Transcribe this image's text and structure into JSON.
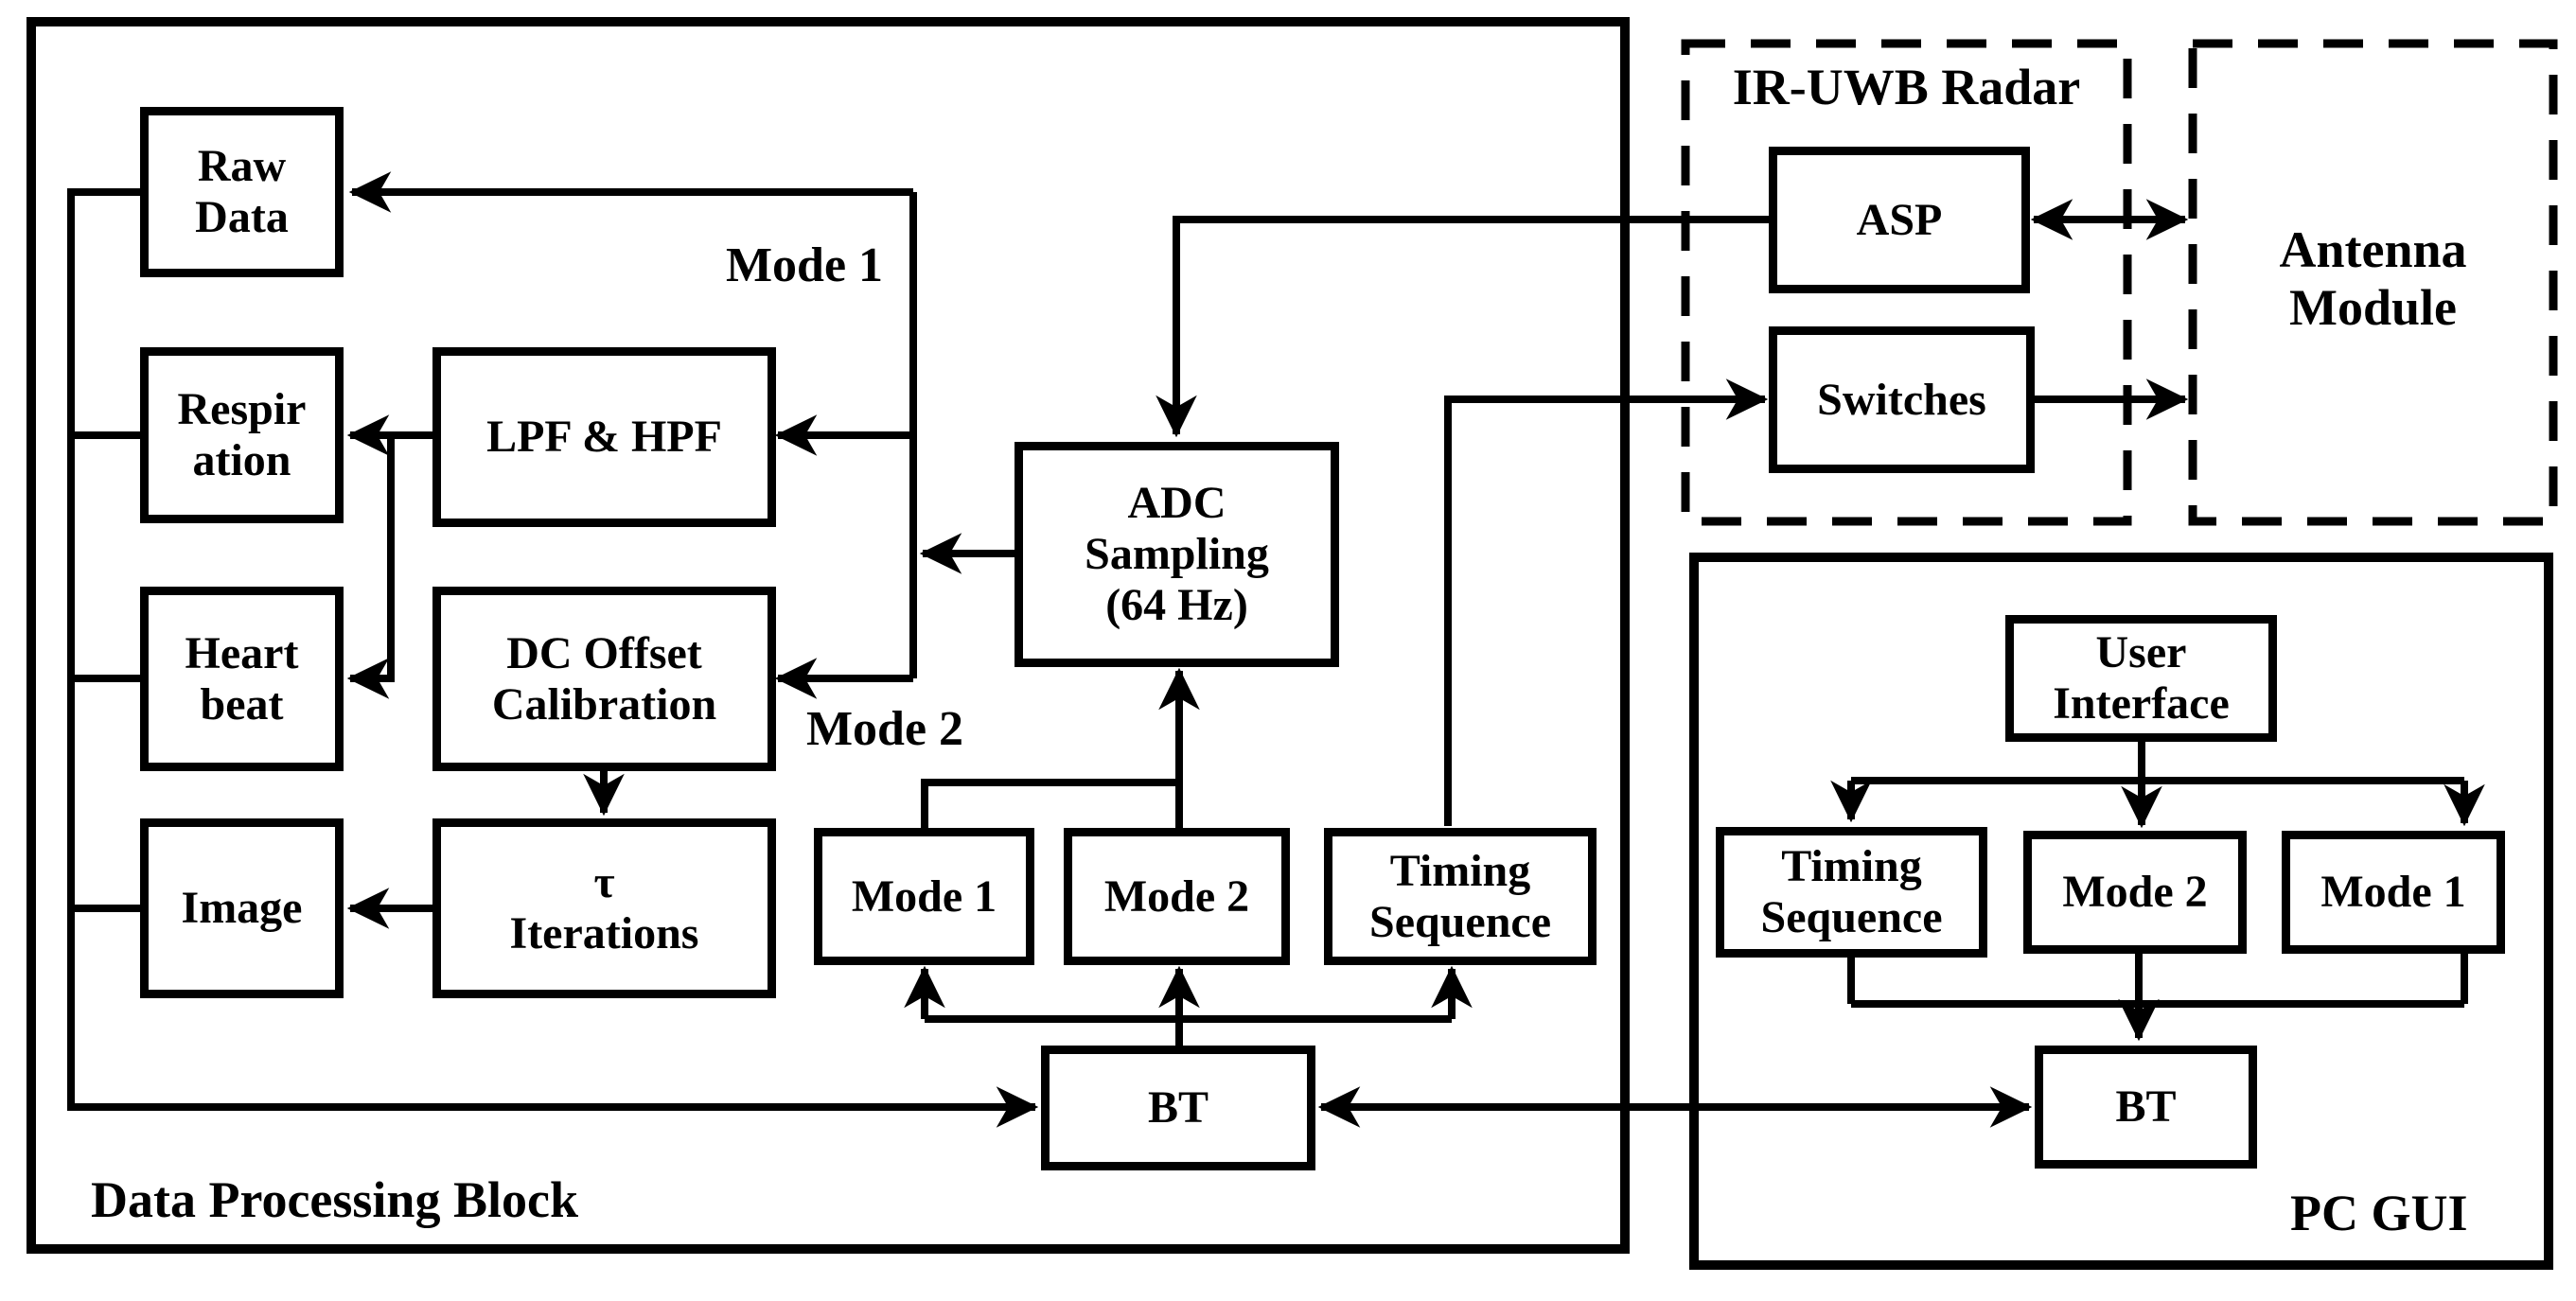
{
  "diagram": {
    "colors": {
      "ink": "#000000",
      "background": "#ffffff"
    },
    "dpb": {
      "title": "Data Processing Block",
      "boxes": {
        "raw_data": "Raw\nData",
        "respiration": "Respir\nation",
        "heart_beat": "Heart\nbeat",
        "image": "Image",
        "lpf_hpf": "LPF & HPF",
        "dc_offset_calibration": "DC Offset\nCalibration",
        "tau_iterations": "τ\nIterations",
        "adc_sampling": "ADC\nSampling\n(64 Hz)",
        "mode1": "Mode 1",
        "mode2": "Mode 2",
        "timing_sequence": "Timing\nSequence",
        "bt": "BT"
      },
      "labels": {
        "mode1_path": "Mode 1",
        "mode2_path": "Mode 2"
      }
    },
    "ir_uwb": {
      "title": "IR-UWB Radar",
      "asp": "ASP",
      "switches": "Switches"
    },
    "antenna": {
      "title": "Antenna\nModule"
    },
    "pc_gui": {
      "title": "PC GUI",
      "user_interface": "User\nInterface",
      "timing_sequence": "Timing\nSequence",
      "mode2": "Mode 2",
      "mode1": "Mode 1",
      "bt": "BT"
    }
  }
}
